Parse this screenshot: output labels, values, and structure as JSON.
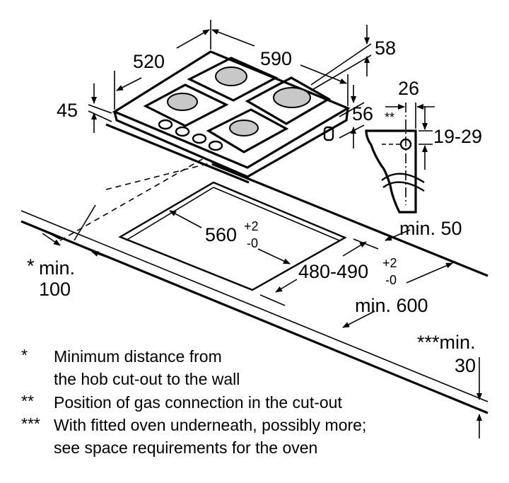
{
  "dimensions": {
    "hob_depth": "520",
    "hob_width": "590",
    "hob_height": "45",
    "gas_offset_top": "58",
    "gas_offset_side": "56",
    "gas_connection_x": "26",
    "gas_connection_stars": "**",
    "gas_connection_y": "19-29",
    "cutout_width": "560",
    "cutout_width_tol_plus": "+2",
    "cutout_width_tol_minus": "-0",
    "cutout_depth": "480-490",
    "cutout_depth_tol_plus": "+2",
    "cutout_depth_tol_minus": "-0",
    "min_back": "min. 50",
    "min_wall_star": "*",
    "min_wall_label": "min.",
    "min_wall_value": "100",
    "min_counter_depth": "min. 600",
    "min_thickness_label": "***min.",
    "min_thickness_value": "30"
  },
  "notes": [
    {
      "marker": "*",
      "lines": [
        "Minimum distance from",
        "the hob cut-out to the wall"
      ]
    },
    {
      "marker": "**",
      "lines": [
        "Position of gas connection in the cut-out"
      ]
    },
    {
      "marker": "***",
      "lines": [
        "With fitted oven underneath, possibly more;",
        "see space requirements for the oven"
      ]
    }
  ],
  "colors": {
    "burner": "#c8c8c8",
    "line": "#000000"
  }
}
